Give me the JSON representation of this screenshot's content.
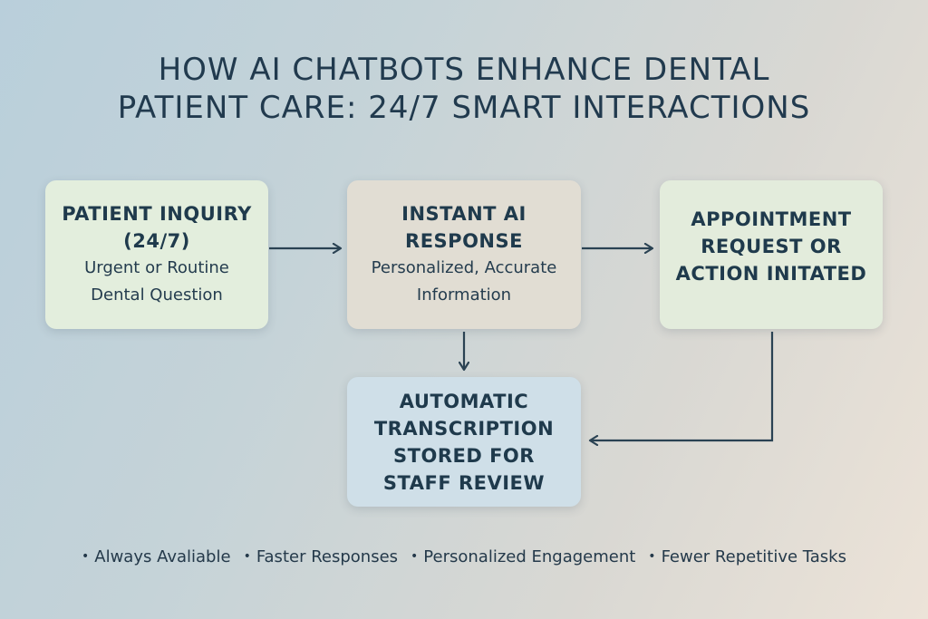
{
  "title": {
    "line1": "HOW AI CHATBOTS ENHANCE DENTAL",
    "line2": "PATIENT CARE: 24/7 SMART INTERACTIONS"
  },
  "boxes": {
    "inquiry": {
      "heading_line1": "PATIENT INQUIRY",
      "heading_line2": "(24/7)",
      "detail_line1": "Urgent or Routine",
      "detail_line2": "Dental Question"
    },
    "response": {
      "heading_line1": "INSTANT AI",
      "heading_line2": "RESPONSE",
      "detail_line1": "Personalized, Accurate",
      "detail_line2": "Information"
    },
    "appointment": {
      "heading_line1": "APPOINTMENT",
      "heading_line2": "REQUEST OR",
      "heading_line3": "ACTION INITATED"
    },
    "transcription": {
      "heading_line1": "AUTOMATIC",
      "heading_line2": "TRANSCRIPTION",
      "heading_line3": "STORED FOR",
      "heading_line4": "STAFF REVIEW"
    }
  },
  "benefits": [
    "Always Avaliable",
    "Faster Responses",
    "Personalized Engagement",
    "Fewer Repetitive Tasks"
  ],
  "colors": {
    "text": "#1f3a4c",
    "arrow": "#2a4253",
    "inquiry_box": "#e3eedd",
    "response_box": "#e1ddd3",
    "appointment_box": "#e3ecdc",
    "transcription_box": "#cfdfe8"
  }
}
